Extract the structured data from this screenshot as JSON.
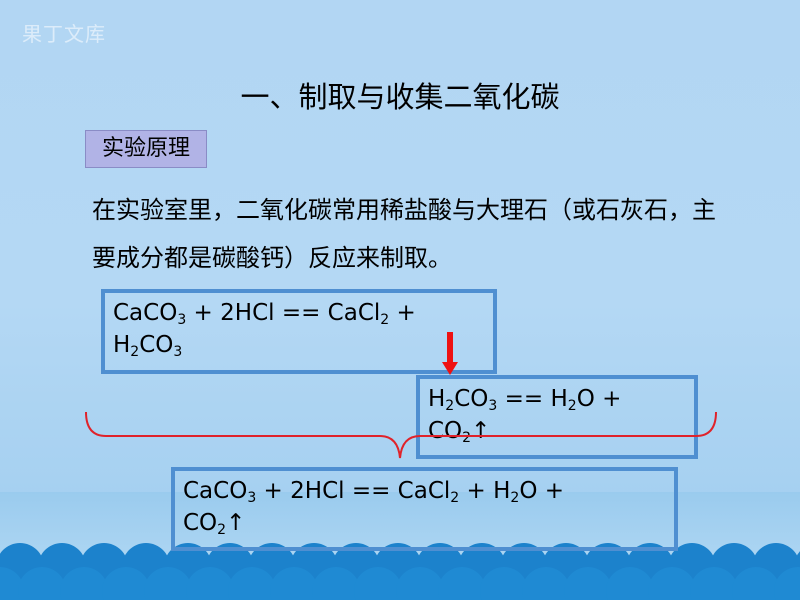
{
  "watermark": "果丁文库",
  "title": "一、制取与收集二氧化碳",
  "section_label": "实验原理",
  "paragraph": "在实验室里，二氧化碳常用稀盐酸与大理石（或石灰石，主要成分都是碳酸钙）反应来制取。",
  "equations": {
    "eq1": {
      "line1": [
        "CaCO",
        "3",
        " + 2HCl == CaCl",
        "2",
        " +"
      ],
      "line2": [
        "H",
        "2",
        "CO",
        "3"
      ]
    },
    "eq2": {
      "line1": [
        "H",
        "2",
        "CO",
        "3",
        " == H",
        "2",
        "O +"
      ],
      "line2": [
        "CO",
        "2",
        "↑"
      ]
    },
    "eq3": {
      "line1": [
        "CaCO",
        "3",
        " + 2HCl == CaCl",
        "2",
        " + H",
        "2",
        "O +"
      ],
      "line2": [
        "CO",
        "2",
        "↑"
      ]
    }
  },
  "colors": {
    "background": "#b4d8f4",
    "box_border": "#4f8fd1",
    "label_bg": "#b1b3e6",
    "arrow": "#ee1111",
    "brace": "#e0222a",
    "hills": "#1c82cc"
  }
}
